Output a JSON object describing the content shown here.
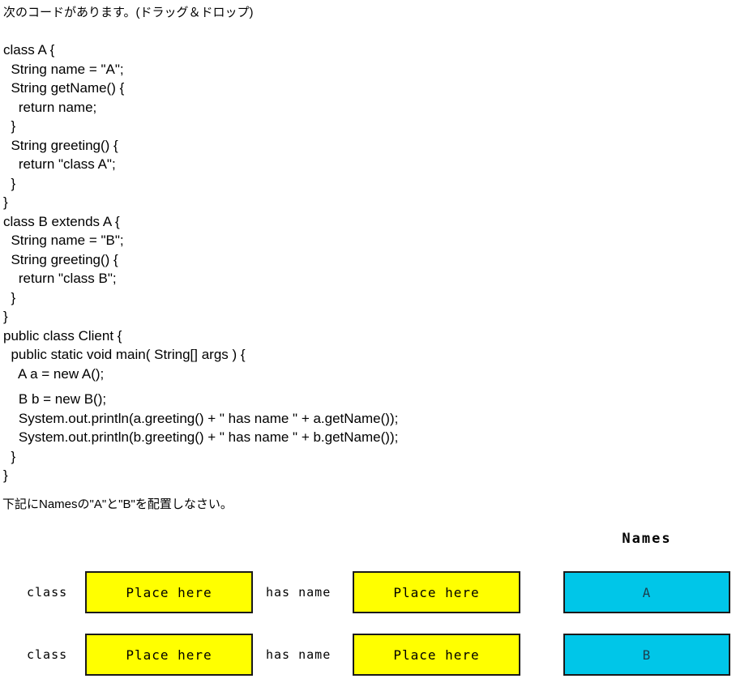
{
  "title": "次のコードがあります。(ドラッグ＆ドロップ)",
  "code_lines": [
    "class A {",
    "  String name = \"A\";",
    "  String getName() {",
    "    return name;",
    "  }",
    "  String greeting() {",
    "    return \"class A\";",
    "  }",
    "}",
    "class B extends A {",
    "  String name = \"B\";",
    "  String greeting() {",
    "    return \"class B\";",
    "  }",
    "}",
    "public class Client {",
    "  public static void main( String[] args ) {",
    "    A a = new A();",
    "",
    "    B b = new B();",
    "    System.out.println(a.greeting() + \" has name \" + a.getName());",
    "    System.out.println(b.greeting() + \" has name \" + b.getName());",
    "  }",
    "}"
  ],
  "instruction": "下記にNamesの\"A\"と\"B\"を配置しなさい。",
  "names_header": "Names",
  "drop_rows": [
    {
      "left_label": "class",
      "drop1_label": "Place here",
      "mid_label": "has name",
      "drop2_label": "Place here",
      "name_label": "A"
    },
    {
      "left_label": "class",
      "drop1_label": "Place here",
      "mid_label": "has name",
      "drop2_label": "Place here",
      "name_label": "B"
    }
  ],
  "colors": {
    "drop_fill": "#FFFF00",
    "name_fill": "#00C6E8",
    "name_text": "#1B4050",
    "box_border": "#1A1A1A"
  }
}
